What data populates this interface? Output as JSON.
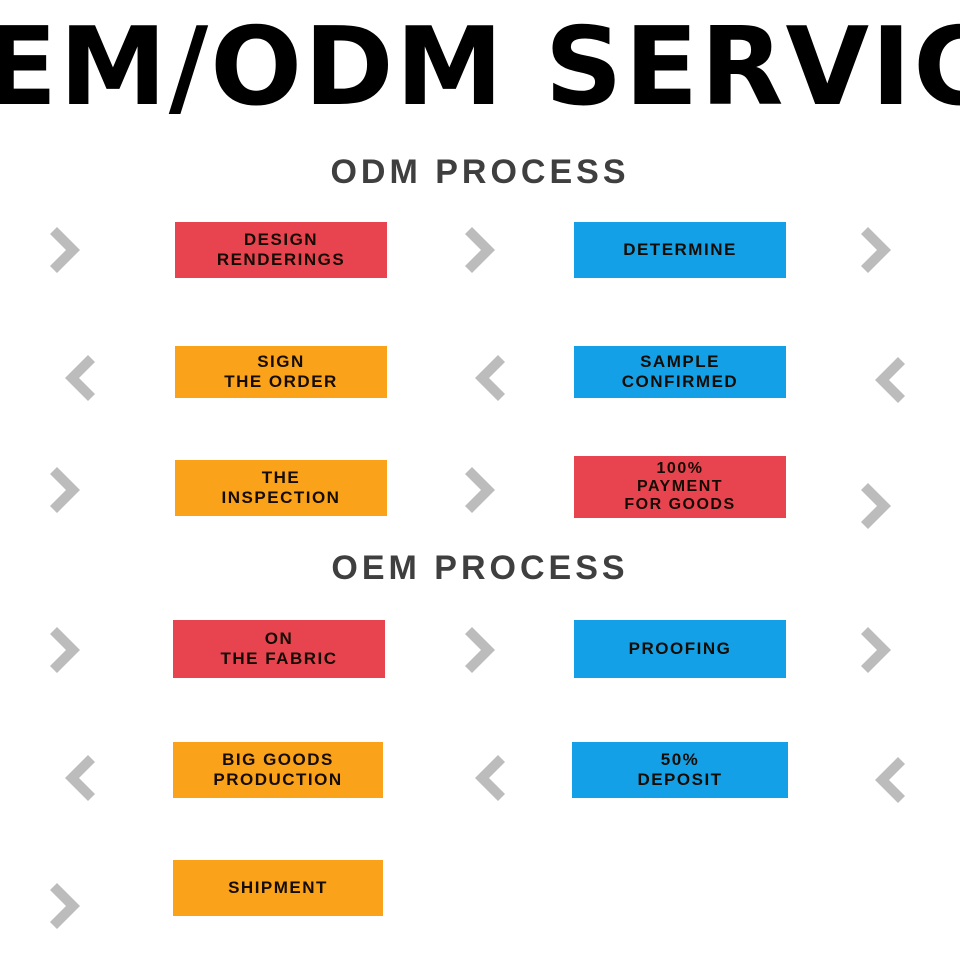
{
  "banner": {
    "title": "OEM/ODM SERVICE",
    "title_color": "#000000",
    "cropped": true
  },
  "colors": {
    "red": "#E8444F",
    "blue": "#14A0E6",
    "orange": "#F9A21A",
    "chevron_gray": "#BCBCBC",
    "heading_gray": "#3F3F3F",
    "background": "#FFFFFF",
    "box_text": "#140C05"
  },
  "sections": [
    {
      "id": "odm",
      "heading": "ODM PROCESS",
      "rows": [
        {
          "direction": "forward",
          "arrow_glyph": "chevron-right",
          "left_box": {
            "color_key": "red",
            "lines": [
              "DESIGN",
              "RENDERINGS"
            ]
          },
          "right_box": {
            "color_key": "blue",
            "lines": [
              "DETERMINE"
            ]
          }
        },
        {
          "direction": "reverse",
          "arrow_glyph": "chevron-left",
          "left_box": {
            "color_key": "orange",
            "lines": [
              "SIGN",
              "THE ORDER"
            ]
          },
          "right_box": {
            "color_key": "blue",
            "lines": [
              "SAMPLE",
              "CONFIRMED"
            ]
          }
        },
        {
          "direction": "forward",
          "arrow_glyph": "chevron-right",
          "left_box": {
            "color_key": "orange",
            "lines": [
              "THE",
              "INSPECTION"
            ]
          },
          "right_box": {
            "color_key": "red",
            "lines": [
              "100%",
              "PAYMENT",
              "FOR GOODS"
            ]
          }
        }
      ]
    },
    {
      "id": "oem",
      "heading": "OEM PROCESS",
      "rows": [
        {
          "direction": "forward",
          "arrow_glyph": "chevron-right",
          "left_box": {
            "color_key": "red",
            "lines": [
              "ON",
              "THE FABRIC"
            ]
          },
          "right_box": {
            "color_key": "blue",
            "lines": [
              "PROOFING"
            ]
          }
        },
        {
          "direction": "reverse",
          "arrow_glyph": "chevron-left",
          "left_box": {
            "color_key": "orange",
            "lines": [
              "BIG GOODS",
              "PRODUCTION"
            ]
          },
          "right_box": {
            "color_key": "blue",
            "lines": [
              "50%",
              "DEPOSIT"
            ]
          }
        },
        {
          "direction": "forward",
          "arrow_glyph": "chevron-right",
          "left_box": {
            "color_key": "orange",
            "lines": [
              "SHIPMENT"
            ]
          },
          "right_box": null
        }
      ]
    }
  ]
}
